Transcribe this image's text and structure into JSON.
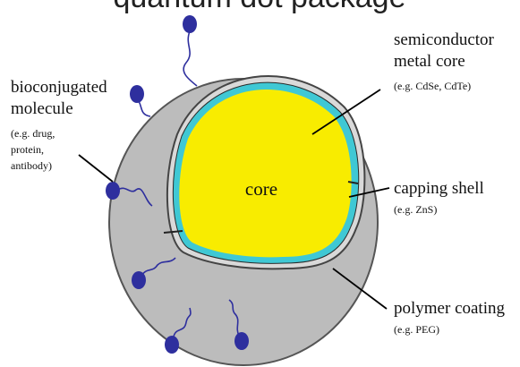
{
  "header": {
    "partial_text": "quantum dot package"
  },
  "diagram": {
    "core_label": "core",
    "colors": {
      "polymer": "#bcbcbc",
      "polymer_outline": "#555555",
      "capping": "#3fc8d4",
      "core": "#f8ec00",
      "ligand_head": "#2e2f9e",
      "leader": "#000000"
    },
    "labels": {
      "semiconductor": {
        "lines": [
          "semiconductor",
          "metal core"
        ],
        "example": "(e.g. CdSe, CdTe)"
      },
      "capping": {
        "lines": [
          "capping shell"
        ],
        "example": "(e.g. ZnS)"
      },
      "polymer": {
        "lines": [
          "polymer coating"
        ],
        "example": "(e.g. PEG)"
      },
      "bioconjugated": {
        "lines": [
          "bioconjugated",
          "molecule"
        ],
        "example_lines": [
          "(e.g. drug,",
          "protein,",
          "antibody)"
        ]
      }
    }
  }
}
